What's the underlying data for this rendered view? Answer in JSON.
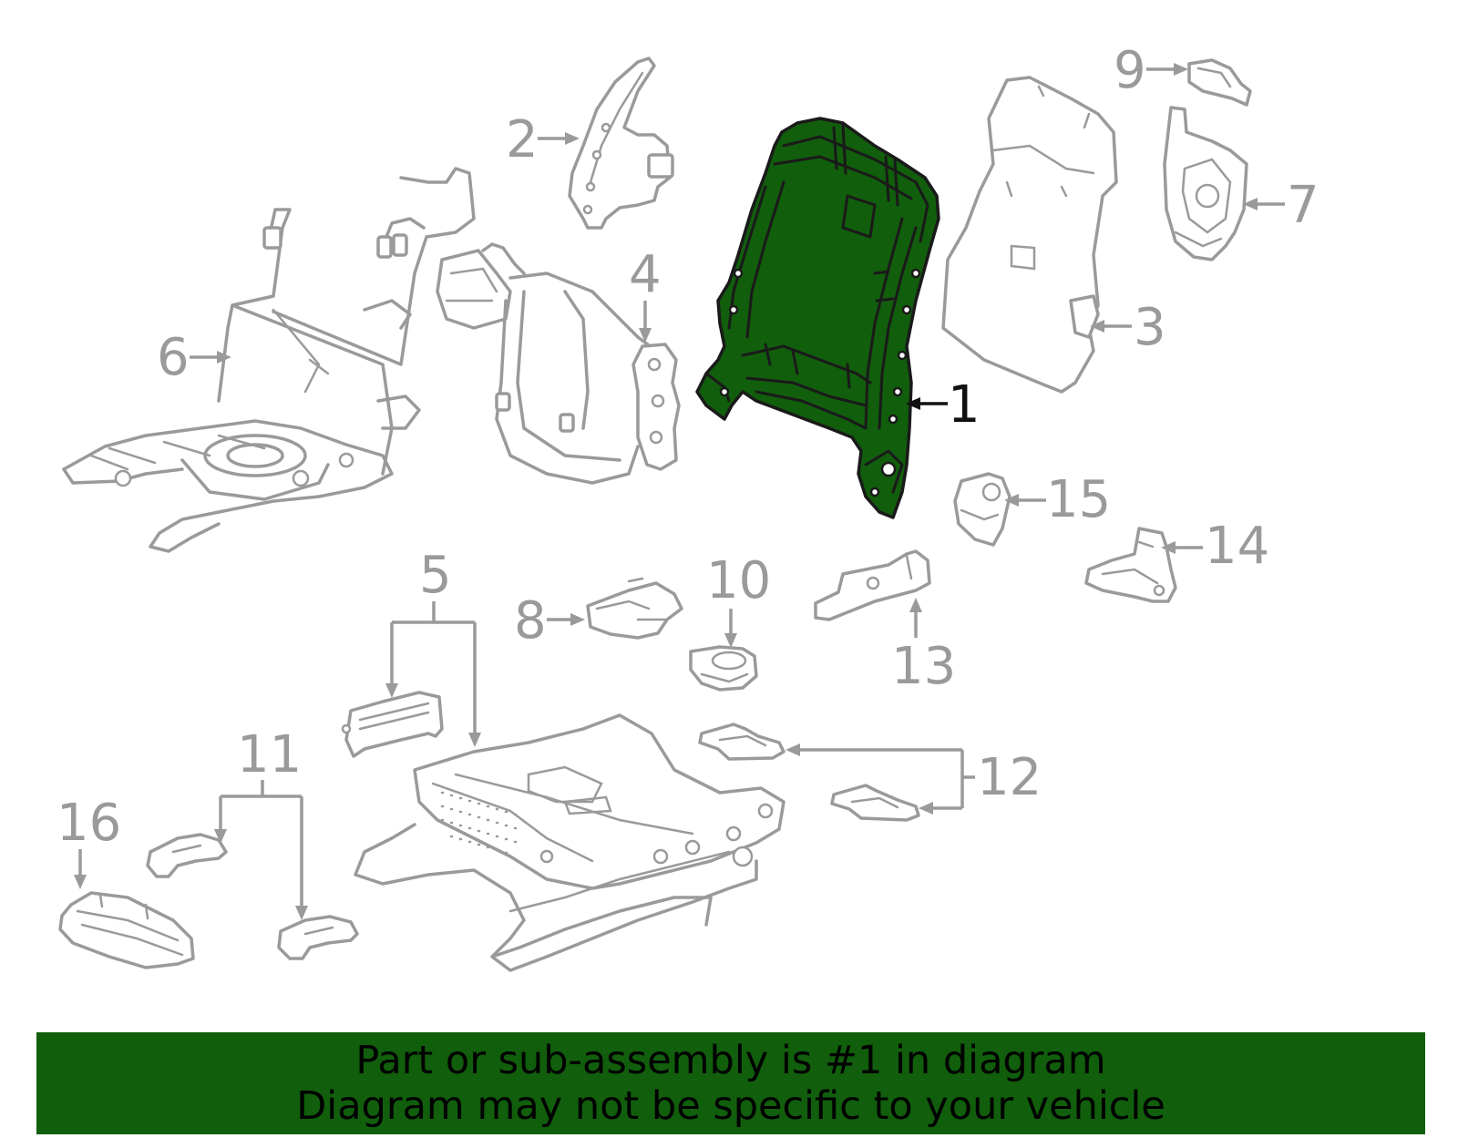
{
  "colors": {
    "highlight": "#115e0c",
    "outline": "#9a9a9a",
    "banner_background": "#115e0c",
    "banner_text": "#000000"
  },
  "highlighted_callout": "1",
  "callouts": {
    "c1": "1",
    "c2": "2",
    "c3": "3",
    "c4": "4",
    "c5": "5",
    "c6": "6",
    "c7": "7",
    "c8": "8",
    "c9": "9",
    "c10": "10",
    "c11": "11",
    "c12": "12",
    "c13": "13",
    "c14": "14",
    "c15": "15",
    "c16": "16"
  },
  "banner": {
    "line1": "Part or sub-assembly is #1 in diagram",
    "line2": "Diagram may not be specific to your vehicle"
  }
}
